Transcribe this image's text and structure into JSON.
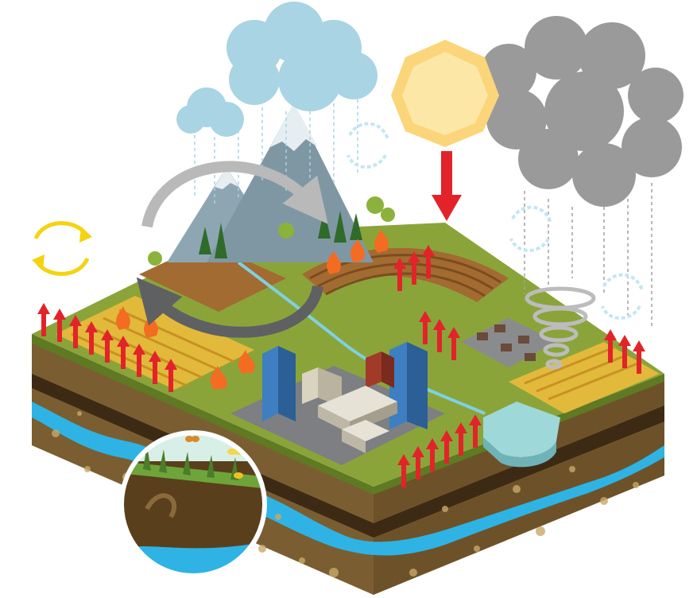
{
  "scene": {
    "elements": [
      "rain-cloud",
      "storm-cloud",
      "sun",
      "mountains",
      "forest",
      "wildfires",
      "farmland",
      "city",
      "suburb",
      "tornado",
      "lake",
      "groundwater",
      "soil-closeup",
      "carbon-cycle-arrow",
      "heat-arrows"
    ]
  },
  "colors": {
    "sky_cloud": "#a9d4e3",
    "storm_cloud": "#9a9a9a",
    "sun": "#fbd57a",
    "sun_ray": "#fce7a6",
    "down_arrow": "#e2242a",
    "up_arrow": "#e2242a",
    "grass": "#8aa43a",
    "soil_top": "#6b4f24",
    "soil": "#7a5e32",
    "soil_dark": "#3d2a14",
    "water": "#2eb3e4",
    "lake": "#9fd8d8",
    "mountain": "#7f97a3",
    "snow": "#e6eef2",
    "fire": "#f36c21",
    "field_yellow": "#e2b93b",
    "field_brown": "#a26b32",
    "building_blue": "#3d7fc1",
    "recycle_yellow": "#f5d30f",
    "cycle_gray": "#5f6062"
  }
}
